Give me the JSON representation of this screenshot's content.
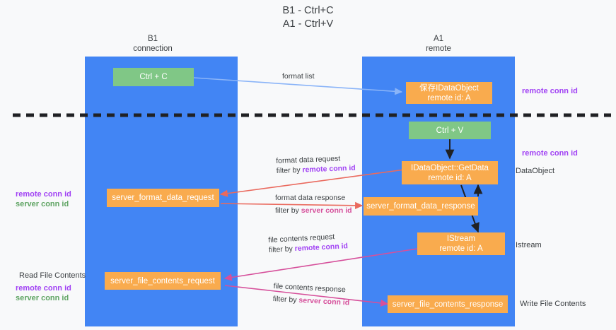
{
  "title": {
    "line1": "B1 - Ctrl+C",
    "line2": "A1 - Ctrl+V"
  },
  "columns": [
    {
      "name": "B1",
      "role": "connection"
    },
    {
      "name": "A1",
      "role": "remote"
    }
  ],
  "colors": {
    "lane": "#4285f4",
    "key_box": "#80c786",
    "object_box": "#f9ab4e",
    "remote_conn_id": "#a142f4",
    "server_conn_id": "#5fa463",
    "format_list_arrow": "#8ab4f8",
    "format_data_arrow": "#ea6a5e",
    "file_contents_arrow": "#d6509b",
    "divider": "#202124",
    "text": "#3c4043"
  },
  "boxes": {
    "ctrl_c": {
      "line1": "Ctrl + C"
    },
    "save_idataobject": {
      "line1": "保存IDataObject",
      "line2": "remote id: A"
    },
    "ctrl_v": {
      "line1": "Ctrl + V"
    },
    "getdata": {
      "line1": "IDataObject::GetData",
      "line2": "remote id: A"
    },
    "server_format_data_request": {
      "line1": "server_format_data_request"
    },
    "server_format_data_response": {
      "line1": "server_format_data_response"
    },
    "istream": {
      "line1": "IStream",
      "line2": "remote id: A"
    },
    "server_file_contents_request": {
      "line1": "server_file_contents_request"
    },
    "server_file_contents_response": {
      "line1": "server_file_contents_response"
    }
  },
  "edge_labels": {
    "format_list": "format list",
    "format_data_request": {
      "line1": "format data request",
      "line2_prefix": "filter by ",
      "line2_key": "remote conn id"
    },
    "format_data_response": {
      "line1": "format data response",
      "line2_prefix": "filter by ",
      "line2_key": "server conn id"
    },
    "file_contents_request": {
      "line1": "file contents request",
      "line2_prefix": "filter by ",
      "line2_key": "remote conn id"
    },
    "file_contents_response": {
      "line1": "file contents response",
      "line2_prefix": "filter by ",
      "line2_key": "server conn id"
    }
  },
  "right_notes": {
    "remote_conn_id_top": "remote conn id",
    "remote_conn_id_mid": "remote conn id",
    "dataobject": "DataObject",
    "istream": "Istream",
    "write_file_contents": "Write File Contents"
  },
  "left_notes": {
    "remote_conn_id": "remote conn id",
    "server_conn_id": "server conn id",
    "read_file_contents": "Read File Contents",
    "remote_conn_id_2": "remote conn id",
    "server_conn_id_2": "server conn id"
  }
}
